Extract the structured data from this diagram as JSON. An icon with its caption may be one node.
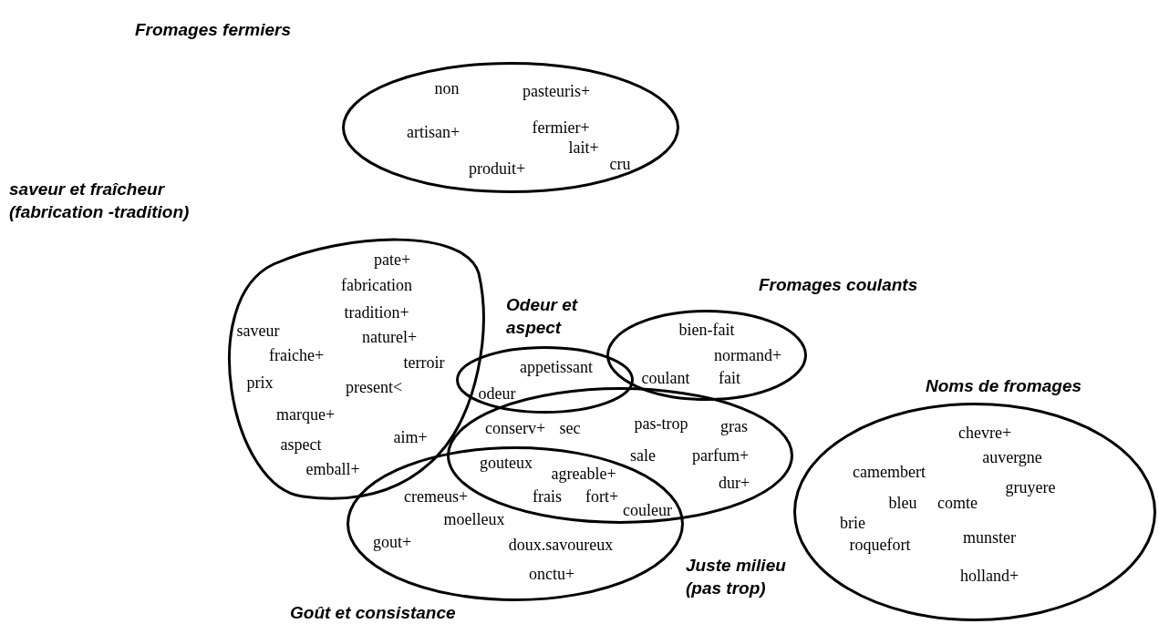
{
  "diagram": {
    "nodes": [
      {
        "text": [
          "Fromages fermiers"
        ]
      },
      {
        "text": [
          "saveur et fraîcheur (fabrication -tradition)"
        ]
      },
      {
        "text": [
          "Fromages coulants"
        ]
      },
      {
        "text": [
          "Odeur et aspect"
        ]
      },
      {
        "text": [
          "Noms de fromages"
        ]
      },
      {
        "text": [
          "Goût et consistance"
        ]
      },
      {
        "text": [
          "Juste milieu (pas trop)"
        ]
      }
    ],
    "edges": [],
    "labels": [
      "non",
      "pasteuris+",
      "artisan+",
      "fermier+",
      "lait+",
      "cru",
      "produit+",
      "pate+",
      "fabrication",
      "tradition+",
      "saveur",
      "naturel+",
      "fraiche+",
      "terroir",
      "bien-fait",
      "prix",
      "present<",
      "normand+",
      "appetissant",
      "coulant",
      "fait",
      "odeur",
      "marque+",
      "conserv+",
      "sec",
      "pas-trop",
      "gras",
      "chevre+",
      "aspect",
      "aim+",
      "gouteux",
      "sale",
      "parfum+",
      "auvergne",
      "emball+",
      "cremeus+",
      "agreable+",
      "camembert",
      "dur+",
      "gruyere",
      "moelleux",
      "frais",
      "fort+",
      "couleur",
      "bleu",
      "comte",
      "brie",
      "gout+",
      "doux.savoureux",
      "munster",
      "roquefort",
      "onctu+",
      "holland+"
    ]
  }
}
